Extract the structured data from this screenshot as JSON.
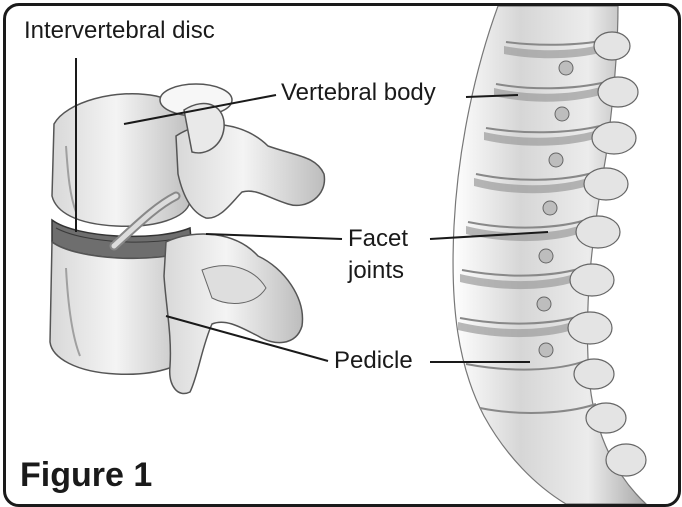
{
  "labels": {
    "intervertebral_disc": "Intervertebral disc",
    "vertebral_body": "Vertebral body",
    "facet_line1": "Facet",
    "facet_line2": "joints",
    "pedicle": "Pedicle"
  },
  "figure_title": "Figure 1",
  "colors": {
    "border": "#1a1a1a",
    "text": "#1a1a1a",
    "bone_light": "#ececec",
    "bone_shade": "#9a9a9a",
    "disc": "#6e6e6e"
  }
}
